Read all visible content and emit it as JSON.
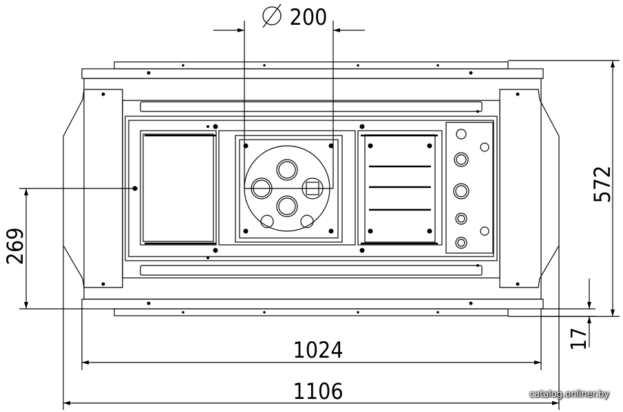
{
  "dimensions": {
    "diameter_symbol": "Ø",
    "diameter": "200",
    "height_total": "572",
    "height_center": "269",
    "frame_offset": "17",
    "width_inner": "1024",
    "width_outer": "1106"
  },
  "watermark": "catalog.onliner.by"
}
